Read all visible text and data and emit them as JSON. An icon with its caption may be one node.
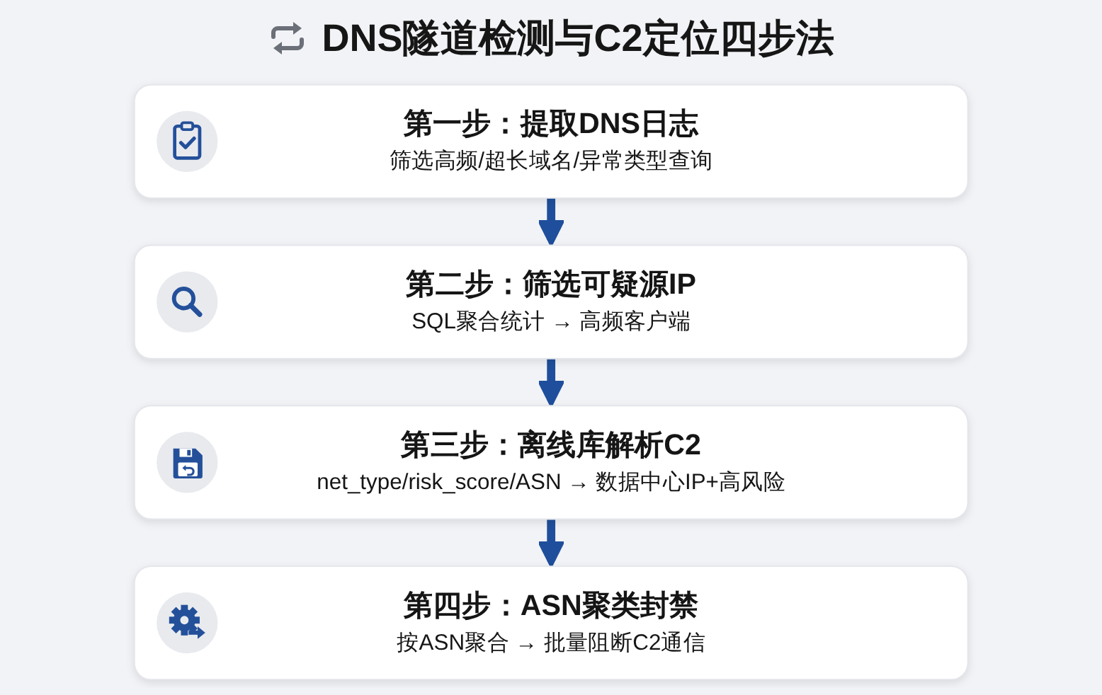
{
  "diagram": {
    "title": "DNS隧道检测与C2定位四步法",
    "nodes": [
      {
        "text": [
          "第一步：提取DNS日志",
          "筛选高频/超长域名/异常类型查询"
        ]
      },
      {
        "text": [
          "第二步：筛选可疑源IP",
          "SQL聚合统计 → 高频客户端"
        ]
      },
      {
        "text": [
          "第三步：离线库解析C2",
          "net_type/risk_score/ASN → 数据中心IP+高风险"
        ]
      },
      {
        "text": [
          "第四步：ASN聚类封禁",
          "按ASN聚合 → 批量阻断C2通信"
        ]
      }
    ],
    "edges": [
      {
        "from": 0,
        "to": 1,
        "arrow": "to"
      },
      {
        "from": 1,
        "to": 2,
        "arrow": "to"
      },
      {
        "from": 2,
        "to": 3,
        "arrow": "to"
      }
    ]
  }
}
